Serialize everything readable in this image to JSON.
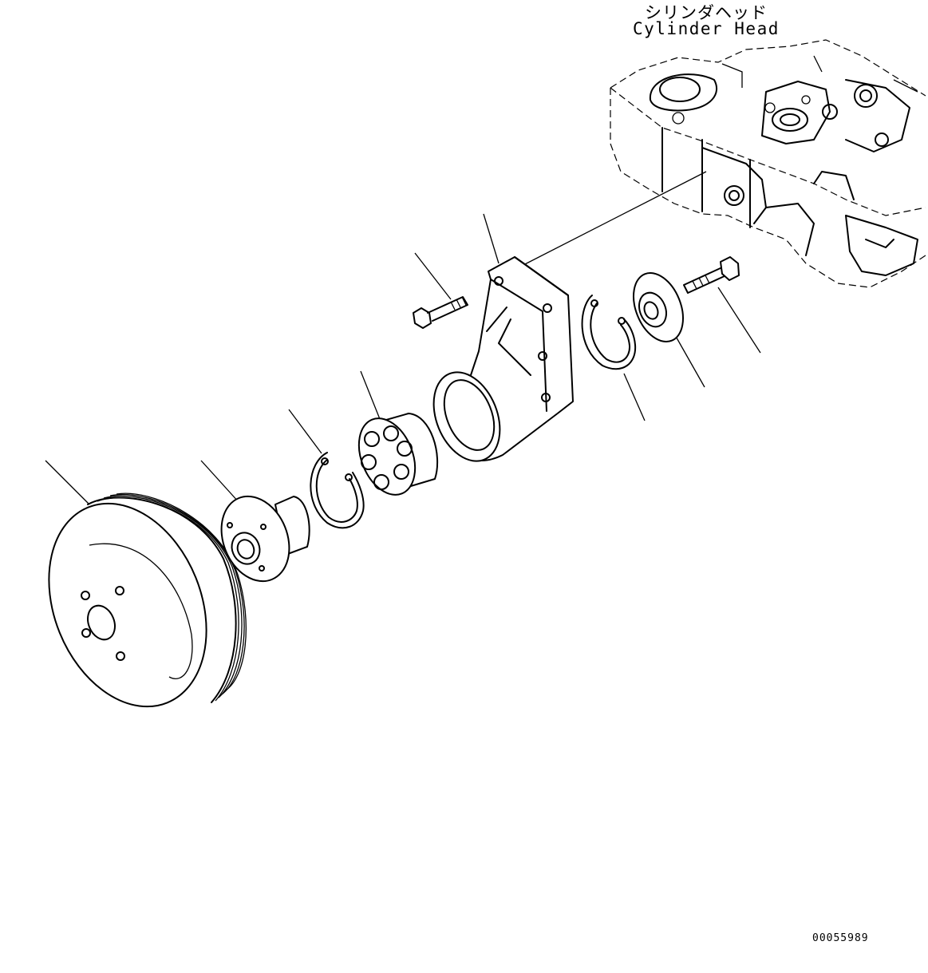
{
  "labels": {
    "cylinder_head_jp": "シリンダヘッド",
    "cylinder_head_en": "Cylinder Head"
  },
  "drawing_number": "00055989"
}
